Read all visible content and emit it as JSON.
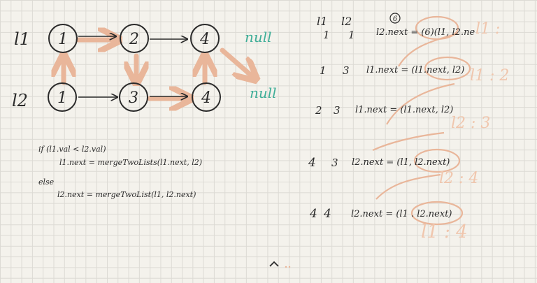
{
  "diagram": {
    "row_labels": [
      "l1",
      "l2"
    ],
    "l1_nodes": [
      "1",
      "2",
      "4"
    ],
    "l2_nodes": [
      "1",
      "3",
      "4"
    ],
    "null_labels": [
      "null",
      "null"
    ]
  },
  "code": {
    "line1": "if (l1.val < l2.val)",
    "line2": "l1.next = mergeTwoLists(l1.next, l2)",
    "line3": "else",
    "line4": "l2.next = mergeTwoList(l1, l2.next)"
  },
  "trace": {
    "head_l1": "l1",
    "head_l2": "l2",
    "circled": "6",
    "rows": [
      {
        "a": "1",
        "b": "1",
        "expr": "l2.next = (6)(l1, l2.ne",
        "note": "l1 :"
      },
      {
        "a": "1",
        "b": "3",
        "expr": "l1.next = (l1.next, l2)",
        "note": "l1 : 2"
      },
      {
        "a": "2",
        "b": "3",
        "expr": "l1.next = (l1.next, l2)",
        "note": "l2 : 3"
      },
      {
        "a": "4",
        "b": "3",
        "expr": "l2.next = (l1, l2.next)",
        "note": "l2 : 4"
      },
      {
        "a": "4",
        "b": "4",
        "expr": "l2.next = (l1 . l2.next)",
        "note": "l1 : 4"
      }
    ]
  },
  "colors": {
    "ink": "#2a2a2a",
    "peach": "#e9b69a",
    "teal": "#3fae98"
  },
  "icons": {
    "collapse": "chevron-up-icon"
  }
}
